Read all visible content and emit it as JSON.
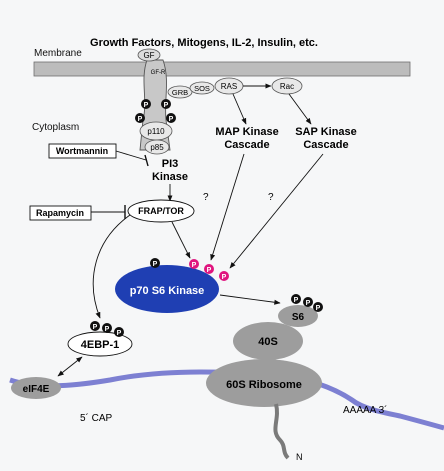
{
  "header": "Growth Factors, Mitogens, IL-2, Insulin, etc.",
  "labels": {
    "membrane": "Membrane",
    "cytoplasm": "Cytoplasm",
    "gf": "GF",
    "gfr": "GF-R",
    "grb": "GRB",
    "sos": "SOS",
    "ras": "RAS",
    "rac": "Rac",
    "p110": "p110",
    "p85": "p85",
    "phospho": "P",
    "wortmannin": "Wortmannin",
    "pi3_line1": "PI3",
    "pi3_line2": "Kinase",
    "map_line1": "MAP Kinase",
    "map_line2": "Cascade",
    "sap_line1": "SAP Kinase",
    "sap_line2": "Cascade",
    "rapamycin": "Rapamycin",
    "frap": "FRAP/TOR",
    "question": "?",
    "p70": "p70 S6 Kinase",
    "s6": "S6",
    "s40": "40S",
    "s60": "60S Ribosome",
    "ebp": "4EBP-1",
    "eif4e": "eIF4E",
    "cap": "5´ CAP",
    "polya": "AAAAA 3´",
    "nterm": "N"
  },
  "colors": {
    "background": "#f6f7f8",
    "membrane": "#bcbcbc",
    "receptor": "#c8c8c8",
    "kinase_blue": "#1f3fb3",
    "phospho_pink": "#e0157f",
    "phospho_black": "#111111",
    "ribosome_grey": "#9d9d9d",
    "mrna_blue": "#7d80d2",
    "peptide_grey": "#7a7a7a"
  }
}
